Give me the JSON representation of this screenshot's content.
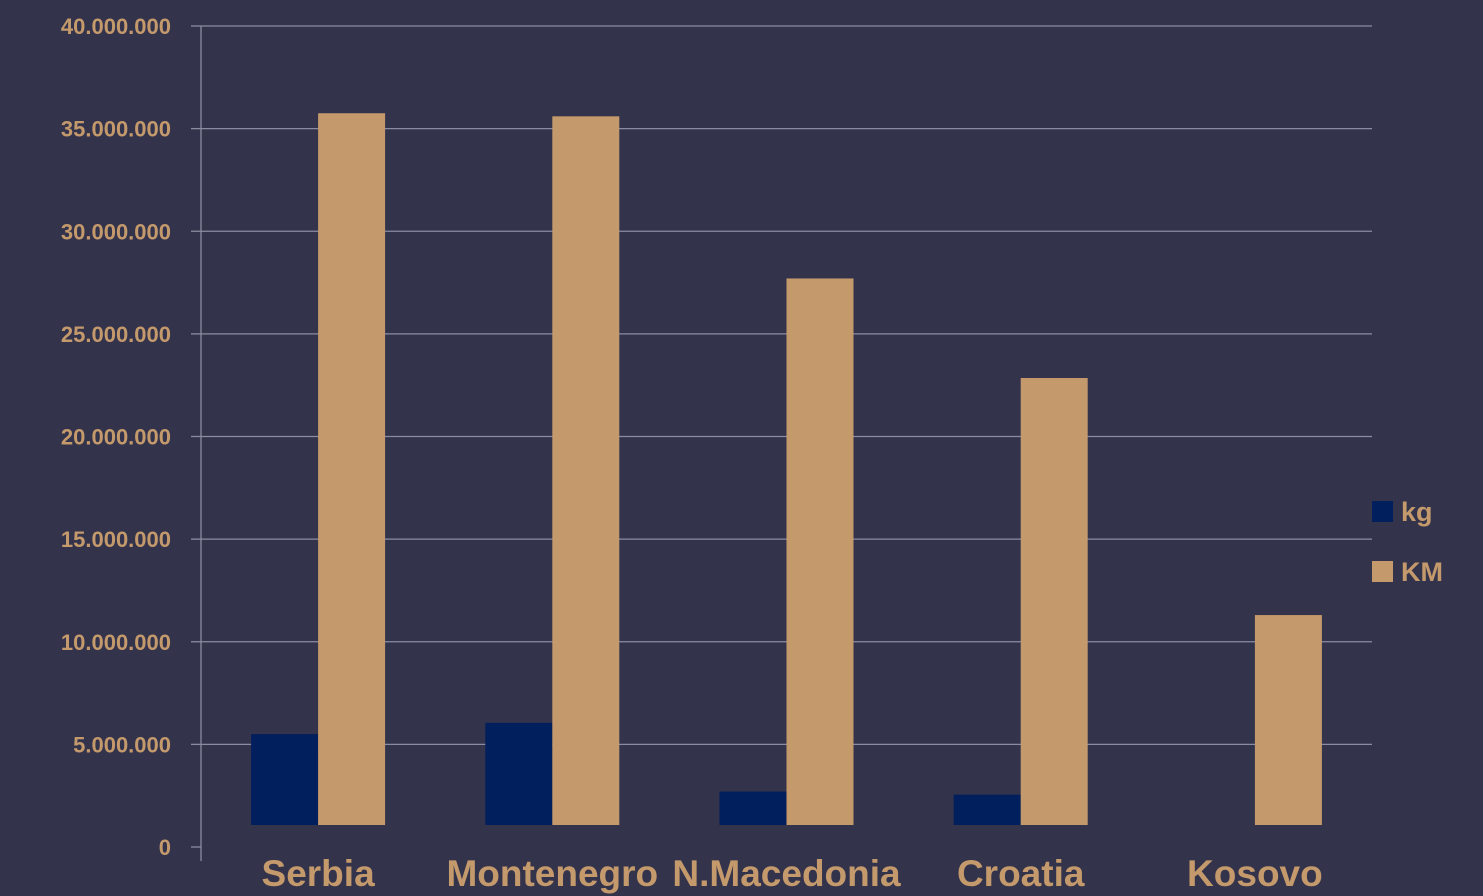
{
  "chart_data": {
    "type": "bar",
    "categories": [
      "Serbia",
      "Montenegro",
      "N.Macedonia",
      "Croatia",
      "Kosovo"
    ],
    "series": [
      {
        "name": "kg",
        "color": "#001f5c",
        "values": [
          5500000,
          6050000,
          2700000,
          2550000,
          0
        ]
      },
      {
        "name": "KM",
        "color": "#c4996b",
        "values": [
          35750000,
          35600000,
          27700000,
          22850000,
          11300000
        ]
      }
    ],
    "title": "",
    "xlabel": "",
    "ylabel": "",
    "ylim": [
      0,
      40000000
    ],
    "yticks": [
      0,
      5000000,
      10000000,
      15000000,
      20000000,
      25000000,
      30000000,
      35000000,
      40000000
    ],
    "ytick_labels": [
      "0",
      "5.000.000",
      "10.000.000",
      "15.000.000",
      "20.000.000",
      "25.000.000",
      "30.000.000",
      "35.000.000",
      "40.000.000"
    ],
    "grid": true,
    "legend": "right",
    "colors": {
      "background": "#33334c",
      "text": "#c49a6c",
      "grid": "#8c8ca0"
    }
  }
}
